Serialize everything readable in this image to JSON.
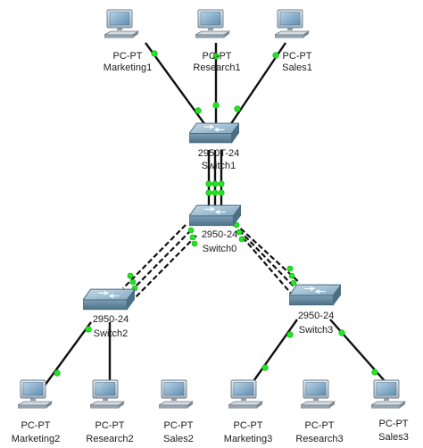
{
  "colors": {
    "link_up": "#1ee81e",
    "cable": "#111111",
    "monitor_body": "#c9d3dc",
    "monitor_screen": "#7ea7c6",
    "switch_body": "#8fb4cc"
  },
  "switches": [
    {
      "id": "switch1",
      "model": "2950T-24",
      "name": "Switch1",
      "icon": "switch-icon"
    },
    {
      "id": "switch0",
      "model": "2950-24",
      "name": "Switch0",
      "icon": "switch-icon"
    },
    {
      "id": "switch2",
      "model": "2950-24",
      "name": "Switch2",
      "icon": "switch-icon"
    },
    {
      "id": "switch3",
      "model": "2950-24",
      "name": "Switch3",
      "icon": "switch-icon"
    }
  ],
  "pcs": [
    {
      "id": "marketing1",
      "type": "PC-PT",
      "name": "Marketing1",
      "icon": "pc-icon"
    },
    {
      "id": "research1",
      "type": "PC-PT",
      "name": "Research1",
      "icon": "pc-icon"
    },
    {
      "id": "sales1",
      "type": "PC-PT",
      "name": "Sales1",
      "icon": "pc-icon"
    },
    {
      "id": "marketing2",
      "type": "PC-PT",
      "name": "Marketing2",
      "icon": "pc-icon"
    },
    {
      "id": "research2",
      "type": "PC-PT",
      "name": "Research2",
      "icon": "pc-icon"
    },
    {
      "id": "sales2",
      "type": "PC-PT",
      "name": "Sales2",
      "icon": "pc-icon"
    },
    {
      "id": "marketing3",
      "type": "PC-PT",
      "name": "Marketing3",
      "icon": "pc-icon"
    },
    {
      "id": "research3",
      "type": "PC-PT",
      "name": "Research3",
      "icon": "pc-icon"
    },
    {
      "id": "sales3",
      "type": "PC-PT",
      "name": "Sales3",
      "icon": "pc-icon"
    }
  ],
  "links": [
    {
      "from": "marketing1",
      "to": "switch1",
      "kind": "straight",
      "status": "up"
    },
    {
      "from": "research1",
      "to": "switch1",
      "kind": "straight",
      "status": "up"
    },
    {
      "from": "sales1",
      "to": "switch1",
      "kind": "straight",
      "status": "up"
    },
    {
      "from": "switch1",
      "to": "switch0",
      "kind": "bundle",
      "count": 3,
      "status": "up"
    },
    {
      "from": "switch0",
      "to": "switch2",
      "kind": "crossover",
      "count": 3,
      "status": "up"
    },
    {
      "from": "switch0",
      "to": "switch3",
      "kind": "crossover",
      "count": 3,
      "status": "up"
    },
    {
      "from": "switch2",
      "to": "marketing2",
      "kind": "straight",
      "status": "up"
    },
    {
      "from": "switch2",
      "to": "research2",
      "kind": "straight",
      "status": "none"
    },
    {
      "from": "switch3",
      "to": "marketing3",
      "kind": "straight",
      "status": "up"
    },
    {
      "from": "switch3",
      "to": "sales3",
      "kind": "straight",
      "status": "up"
    }
  ]
}
